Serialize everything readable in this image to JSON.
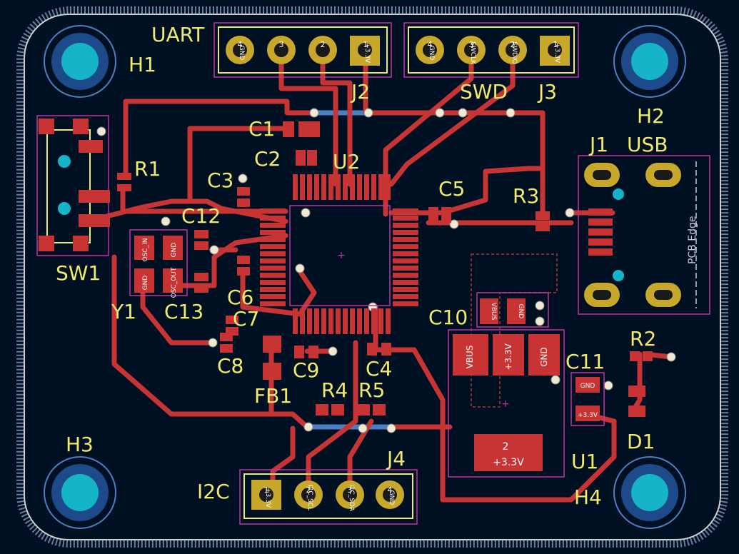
{
  "colors": {
    "background": "#001023",
    "copper_front": "#c83434",
    "copper_back": "#4d7fc4",
    "silkscreen": "#f2ea6a",
    "courtyard": "#c2339e",
    "edge_cuts": "#d0d2cd",
    "hole": "#16b4c8",
    "pad_gold": "#c8a82a"
  },
  "refs": {
    "sw1": "SW1",
    "r1": "R1",
    "c1": "C1",
    "c2": "C2",
    "c3": "C3",
    "c4": "C4",
    "c5": "C5",
    "c6": "C6",
    "c7": "C7",
    "c8": "C8",
    "c9": "C9",
    "c10": "C10",
    "c11": "C11",
    "c12": "C12",
    "c13": "C13",
    "y1": "Y1",
    "u1": "U1",
    "u2": "U2",
    "r2": "R2",
    "r3": "R3",
    "r4": "R4",
    "r5": "R5",
    "fb1": "FB1",
    "d1": "D1",
    "h1": "H1",
    "h2": "H2",
    "h3": "H3",
    "h4": "H4",
    "j1": "J1",
    "j2": "J2",
    "j3": "J3",
    "j4": "J4"
  },
  "connector_labels": {
    "uart": "UART",
    "swd": "SWD",
    "usb": "USB",
    "i2c": "I2C",
    "pcb_edge": "PCB Edge"
  },
  "pad_labels": {
    "j2": [
      "GND",
      "",
      "",
      "+3.3V"
    ],
    "j3": [
      "GND",
      "SWCLK",
      "SWDIO",
      "+3.3V"
    ],
    "j4": [
      "+3.3V",
      "I2C_SCL",
      "I2C_SDA",
      "GND"
    ],
    "y1_1": "OSC_IN",
    "y1_2": "GND",
    "y1_3": "OSC_OUT",
    "y1_4": "GND",
    "c10_1": "VBUS",
    "c10_2": "GND",
    "u1_3": "VBUS",
    "u1_1": "+3.3V",
    "u1_gnd": "GND",
    "u1_tab": "+3.3V",
    "c11_2": "GND",
    "c11_1": "+3.3V",
    "pad_numbers": [
      "1",
      "2",
      "3",
      "4"
    ]
  }
}
